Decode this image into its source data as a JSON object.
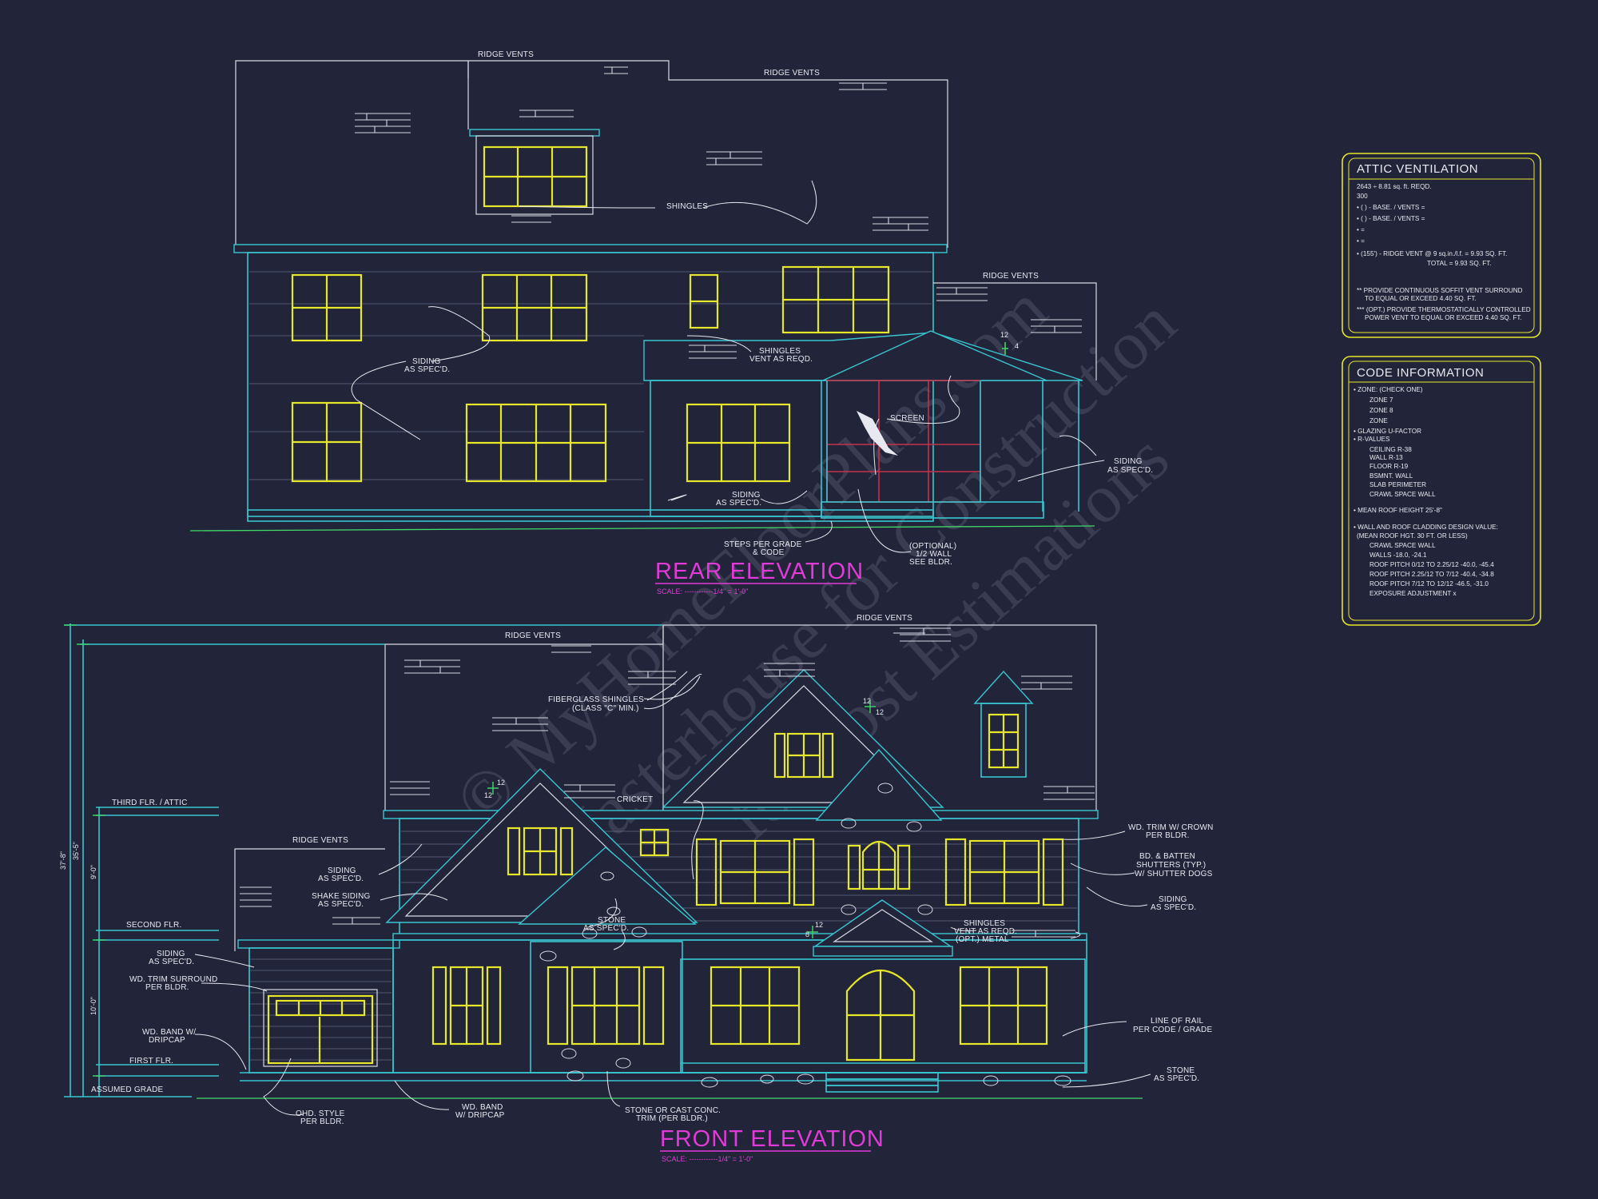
{
  "rear_elevation": {
    "title": "REAR ELEVATION",
    "scale": "SCALE: ------------1/4\" = 1'-0\"",
    "notes": {
      "ridge_vents_1": "RIDGE VENTS",
      "ridge_vents_2": "RIDGE VENTS",
      "ridge_vents_3": "RIDGE VENTS",
      "shingles": "SHINGLES",
      "siding_1a": "SIDING",
      "siding_1b": "AS SPEC'D.",
      "shingles_vent_a": "SHINGLES",
      "shingles_vent_b": "VENT AS REQD.",
      "screen": "SCREEN",
      "siding_2a": "SIDING",
      "siding_2b": "AS SPEC'D.",
      "siding_3a": "SIDING",
      "siding_3b": "AS SPEC'D.",
      "steps_a": "STEPS PER GRADE",
      "steps_b": "& CODE",
      "optional_a": "(OPTIONAL)",
      "optional_b": "1/2 WALL",
      "optional_c": "SEE BLDR.",
      "pitch_rise": "12",
      "pitch_run": "4"
    }
  },
  "front_elevation": {
    "title": "FRONT ELEVATION",
    "scale": "SCALE: ------------1/4\" = 1'-0\"",
    "notes": {
      "ridge_vents_1": "RIDGE VENTS",
      "ridge_vents_2": "RIDGE VENTS",
      "ridge_vents_3": "RIDGE VENTS",
      "fiberglass_a": "FIBERGLASS SHINGLES",
      "fiberglass_b": "(CLASS \"C\" MIN.)",
      "cricket": "CRICKET",
      "siding_1a": "SIDING",
      "siding_1b": "AS SPEC'D.",
      "shake_a": "SHAKE SIDING",
      "shake_b": "AS SPEC'D.",
      "stone_1a": "STONE",
      "stone_1b": "AS SPEC'D.",
      "siding_2a": "SIDING",
      "siding_2b": "AS SPEC'D.",
      "wd_trim_surround_a": "WD. TRIM SURROUND",
      "wd_trim_surround_b": "PER BLDR.",
      "wd_band_dripcap_a": "WD. BAND W/",
      "wd_band_dripcap_b": "DRIPCAP",
      "ohd_a": "OHD. STYLE",
      "ohd_b": "PER BLDR.",
      "wd_band_a": "WD. BAND",
      "wd_band_b": "W/ DRIPCAP",
      "stone_trim_a": "STONE OR CAST CONC.",
      "stone_trim_b": "TRIM (PER BLDR.)",
      "wd_trim_crown_a": "WD. TRIM W/ CROWN",
      "wd_trim_crown_b": "PER BLDR.",
      "shutters_a": "BD. & BATTEN",
      "shutters_b": "SHUTTERS (TYP.)",
      "shutters_c": "W/ SHUTTER DOGS",
      "siding_3a": "SIDING",
      "siding_3b": "AS SPEC'D.",
      "shingles_metal_a": "SHINGLES",
      "shingles_metal_b": "VENT AS REQD.",
      "shingles_metal_c": "(OPT.) METAL",
      "rail_a": "LINE OF RAIL",
      "rail_b": "PER CODE / GRADE",
      "stone_2a": "STONE",
      "stone_2b": "AS SPEC'D.",
      "pitch_1a": "12",
      "pitch_1b": "12",
      "pitch_2a": "12",
      "pitch_2b": "12",
      "pitch_3a": "12",
      "pitch_3b": "8"
    },
    "levels": {
      "third": "THIRD FLR. / ATTIC",
      "second": "SECOND FLR.",
      "first": "FIRST FLR.",
      "grade": "ASSUMED GRADE"
    },
    "dimensions": {
      "overall": "37'-8\"",
      "to_ridge": "35'-5\"",
      "upper": "9'-0\"",
      "lower": "10'-0\""
    }
  },
  "attic_ventilation": {
    "title": "ATTIC VENTILATION",
    "lines": [
      "2643 ÷ 8.81 sq. ft. REQD.",
      "300",
      "• (  ) -        BASE.    /    VENTS  =",
      "• (  ) -        BASE.    /    VENTS  =",
      "•                                            =",
      "•                                            =",
      "• (155') - RIDGE VENT @ 9 sq.in./l.f. = 9.93 SQ. FT.",
      "TOTAL      = 9.93 SQ. FT.",
      "** PROVIDE CONTINUOUS SOFFIT VENT SURROUND",
      "TO EQUAL OR EXCEED  4.40 SQ. FT.",
      "*** (OPT.) PROVIDE THERMOSTATICALLY CONTROLLED",
      "POWER VENT TO EQUAL OR EXCEED  4.40 SQ. FT."
    ]
  },
  "code_information": {
    "title": "CODE INFORMATION",
    "lines": [
      "• ZONE: (CHECK ONE)",
      "ZONE 7",
      "ZONE 8",
      "ZONE",
      "• GLAZING U-FACTOR",
      "• R-VALUES",
      "CEILING                   R-38",
      "WALL                      R-13",
      "FLOOR                     R-19",
      "BSMNT. WALL",
      "SLAB PERIMETER",
      "CRAWL SPACE WALL",
      "• MEAN ROOF HEIGHT  25'-8\"",
      "• WALL AND ROOF CLADDING DESIGN VALUE:",
      "(MEAN ROOF HGT. 30 FT. OR LESS)",
      "CRAWL SPACE WALL",
      "WALLS                        -18.0, -24.1",
      "ROOF PITCH 0/12 TO 2.25/12   -40.0, -45.4",
      "ROOF PITCH 2.25/12 TO 7/12   -40.4, -34.8",
      "ROOF PITCH 7/12 TO 12/12     -46.5, -31.0",
      "EXPOSURE ADJUSTMENT            x"
    ]
  },
  "watermark": {
    "line1": "© MyHomeFloorPlans.com",
    "line2": "Masterhouse for Construction",
    "line3": "for Cost Estimations"
  },
  "colors": {
    "background": "#222539",
    "wall_line": "#39c6d0",
    "window": "#e6e62a",
    "title": "#e23ad8",
    "screen_frame": "#c2334a",
    "grade": "#41d96b"
  }
}
